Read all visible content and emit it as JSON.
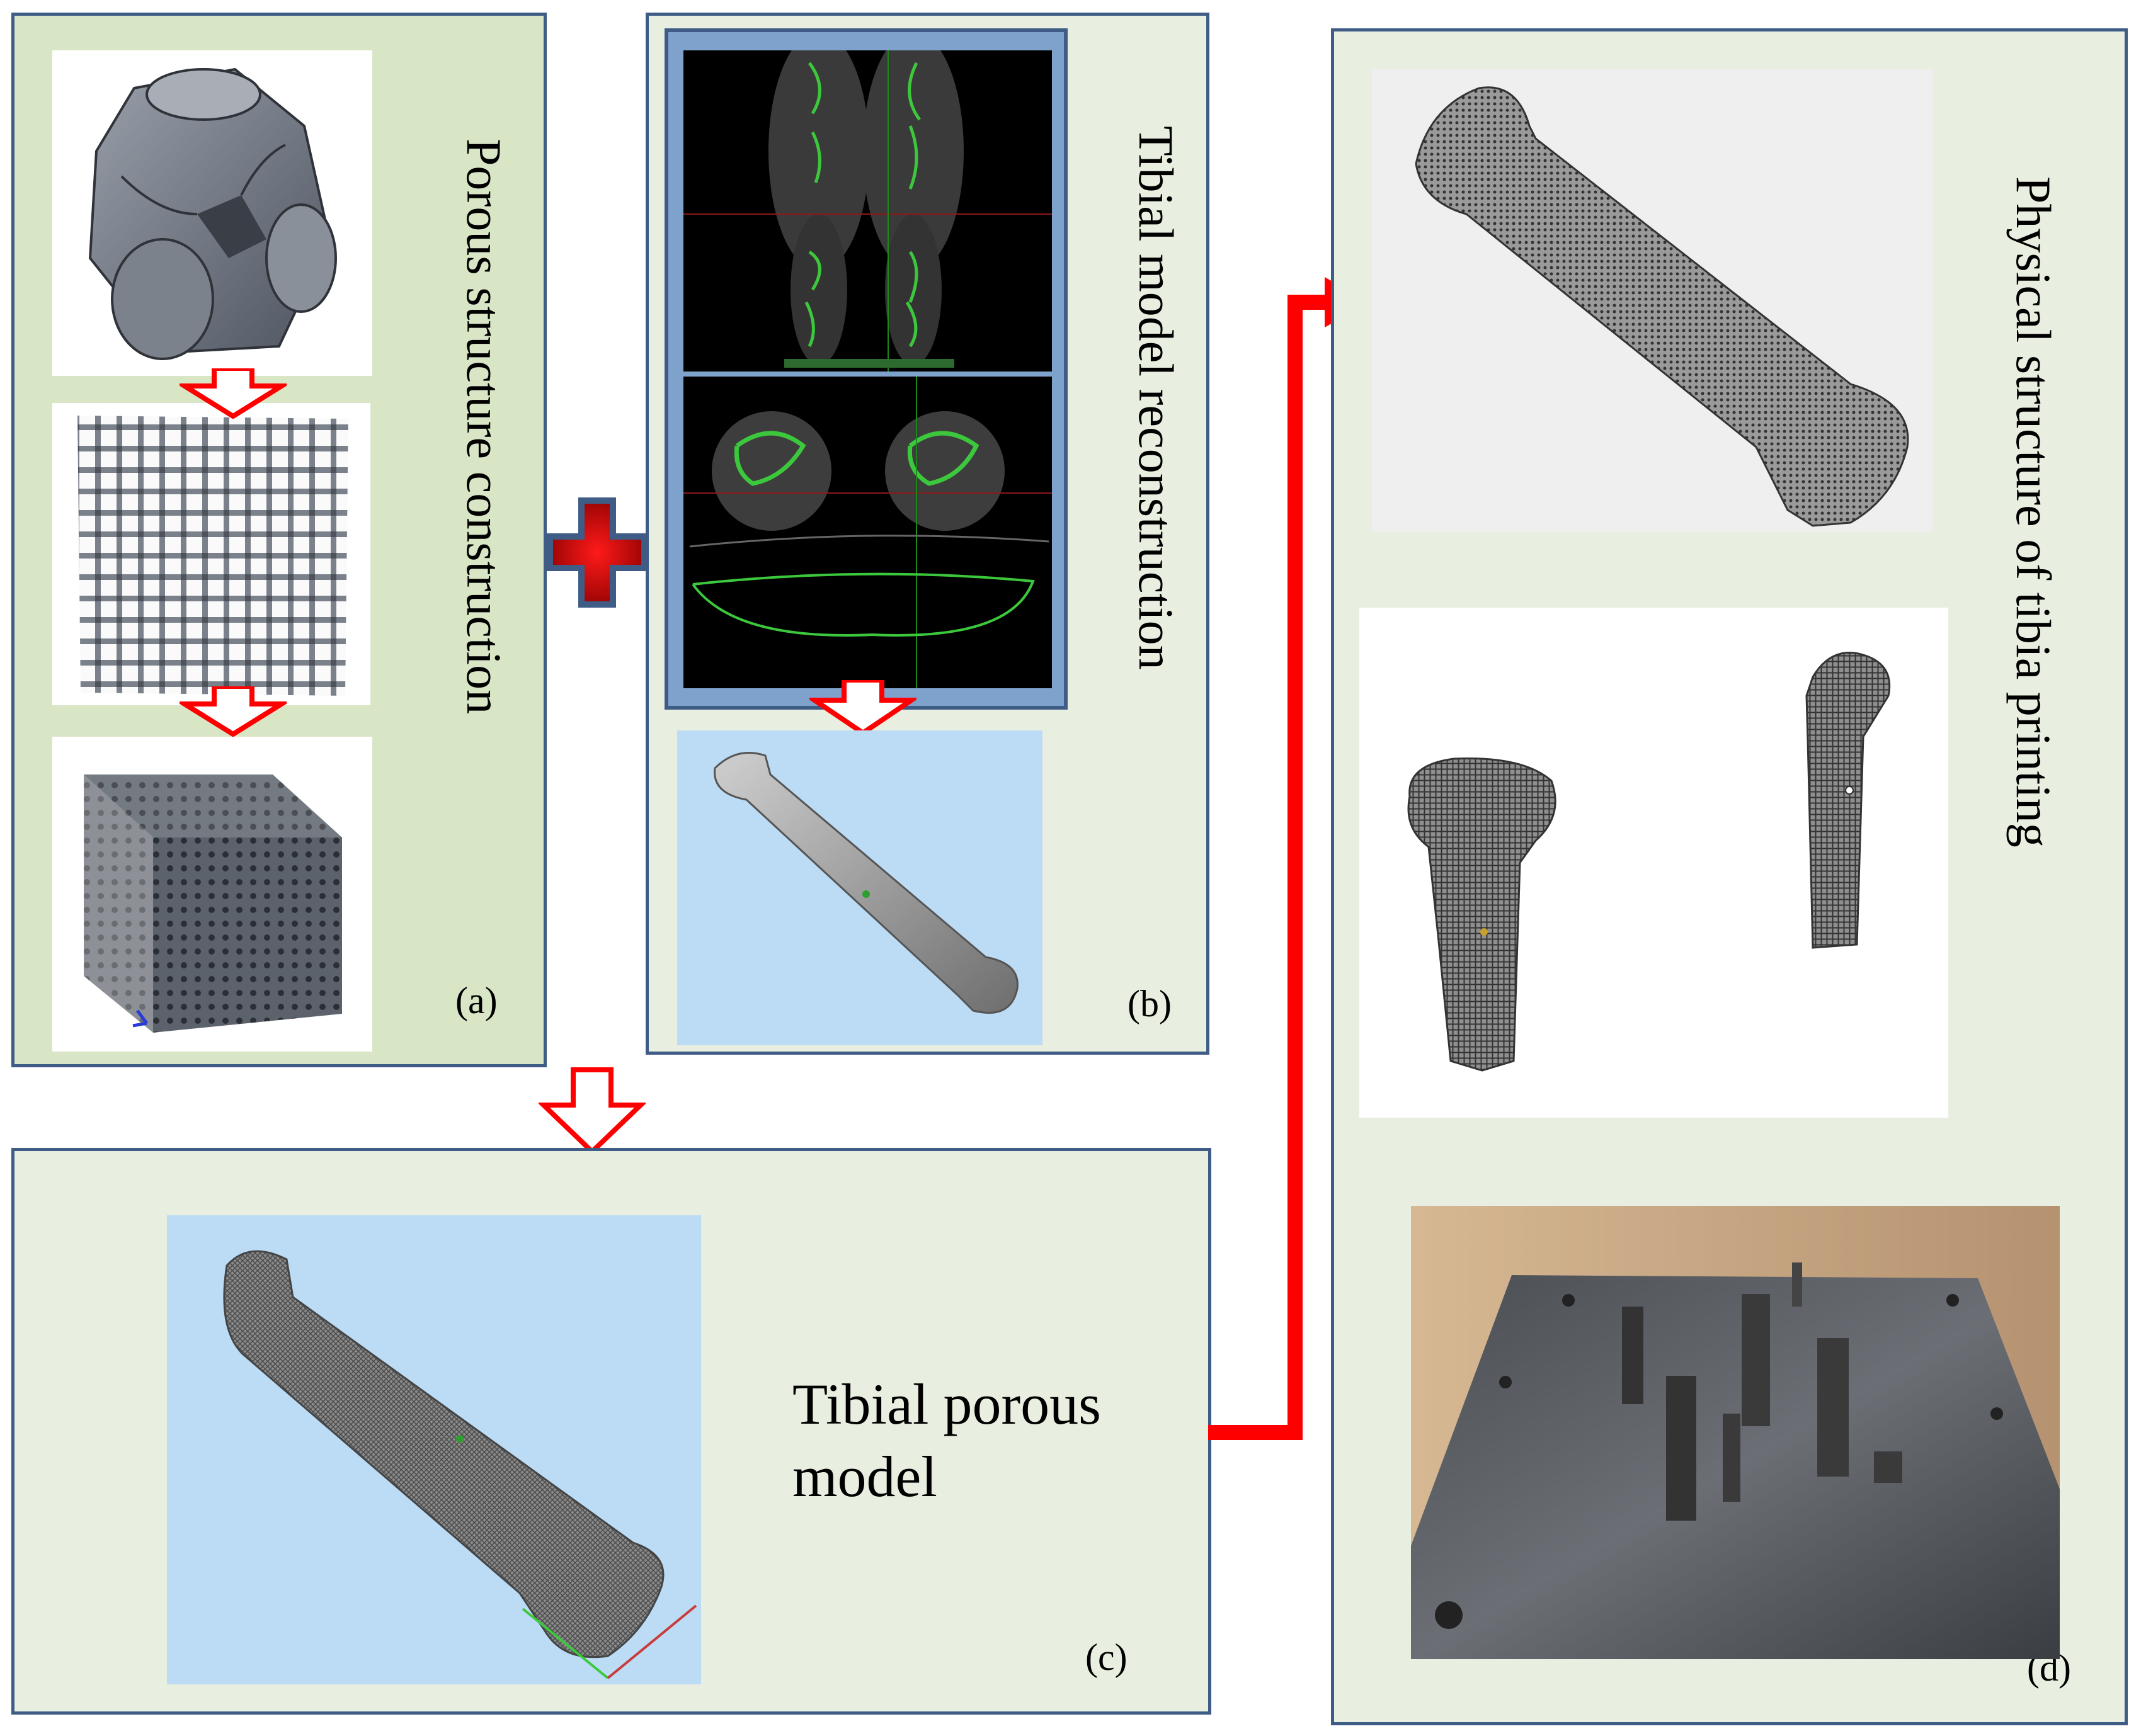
{
  "panels": {
    "a": {
      "label": "(a)",
      "title": "Porous structure construction"
    },
    "b": {
      "label": "(b)",
      "title": "Tibial model reconstruction"
    },
    "c": {
      "label": "(c)",
      "title": "Tibial porous\nmodel"
    },
    "d": {
      "label": "(d)",
      "title": "Physical structure of tibia printing"
    }
  },
  "colors": {
    "panel_border": "#3e5c86",
    "panel_a_fill": "#d9e6c6",
    "panel_fill": "#e9efe0",
    "arrow_red": "#ff0000",
    "ct_green": "#3cc83c",
    "model_bg": "#bcdcf6"
  }
}
